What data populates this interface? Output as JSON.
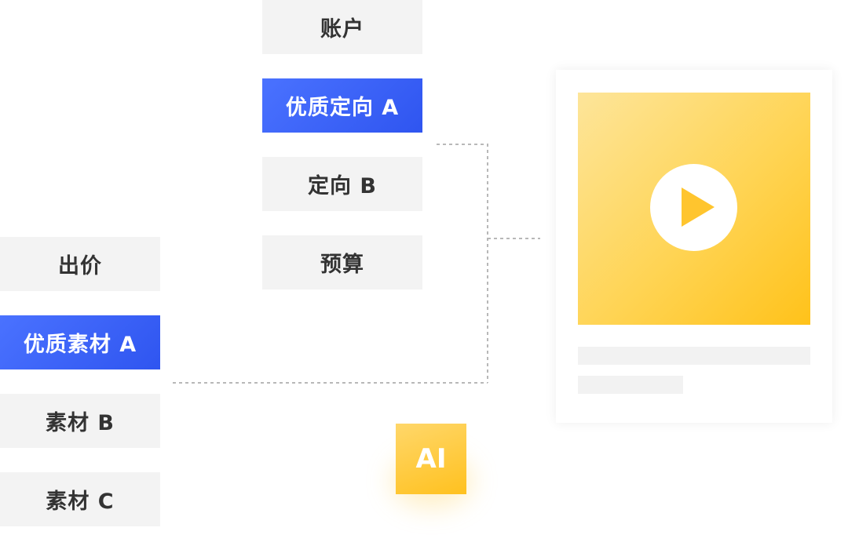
{
  "top_column": {
    "account": "账户",
    "targeting_a": "优质定向 A",
    "targeting_b": "定向 B",
    "budget": "预算"
  },
  "left_column": {
    "bid": "出价",
    "material_a": "优质素材 A",
    "material_b": "素材 B",
    "material_c": "素材 C"
  },
  "ai_badge": {
    "label": "AI"
  },
  "video_card": {
    "icon": "play-icon"
  },
  "colors": {
    "highlight_blue": "#3a60f5",
    "box_gray": "#f3f3f3",
    "accent_yellow": "#ffc52e",
    "connector_gray": "#b8b8b8"
  }
}
